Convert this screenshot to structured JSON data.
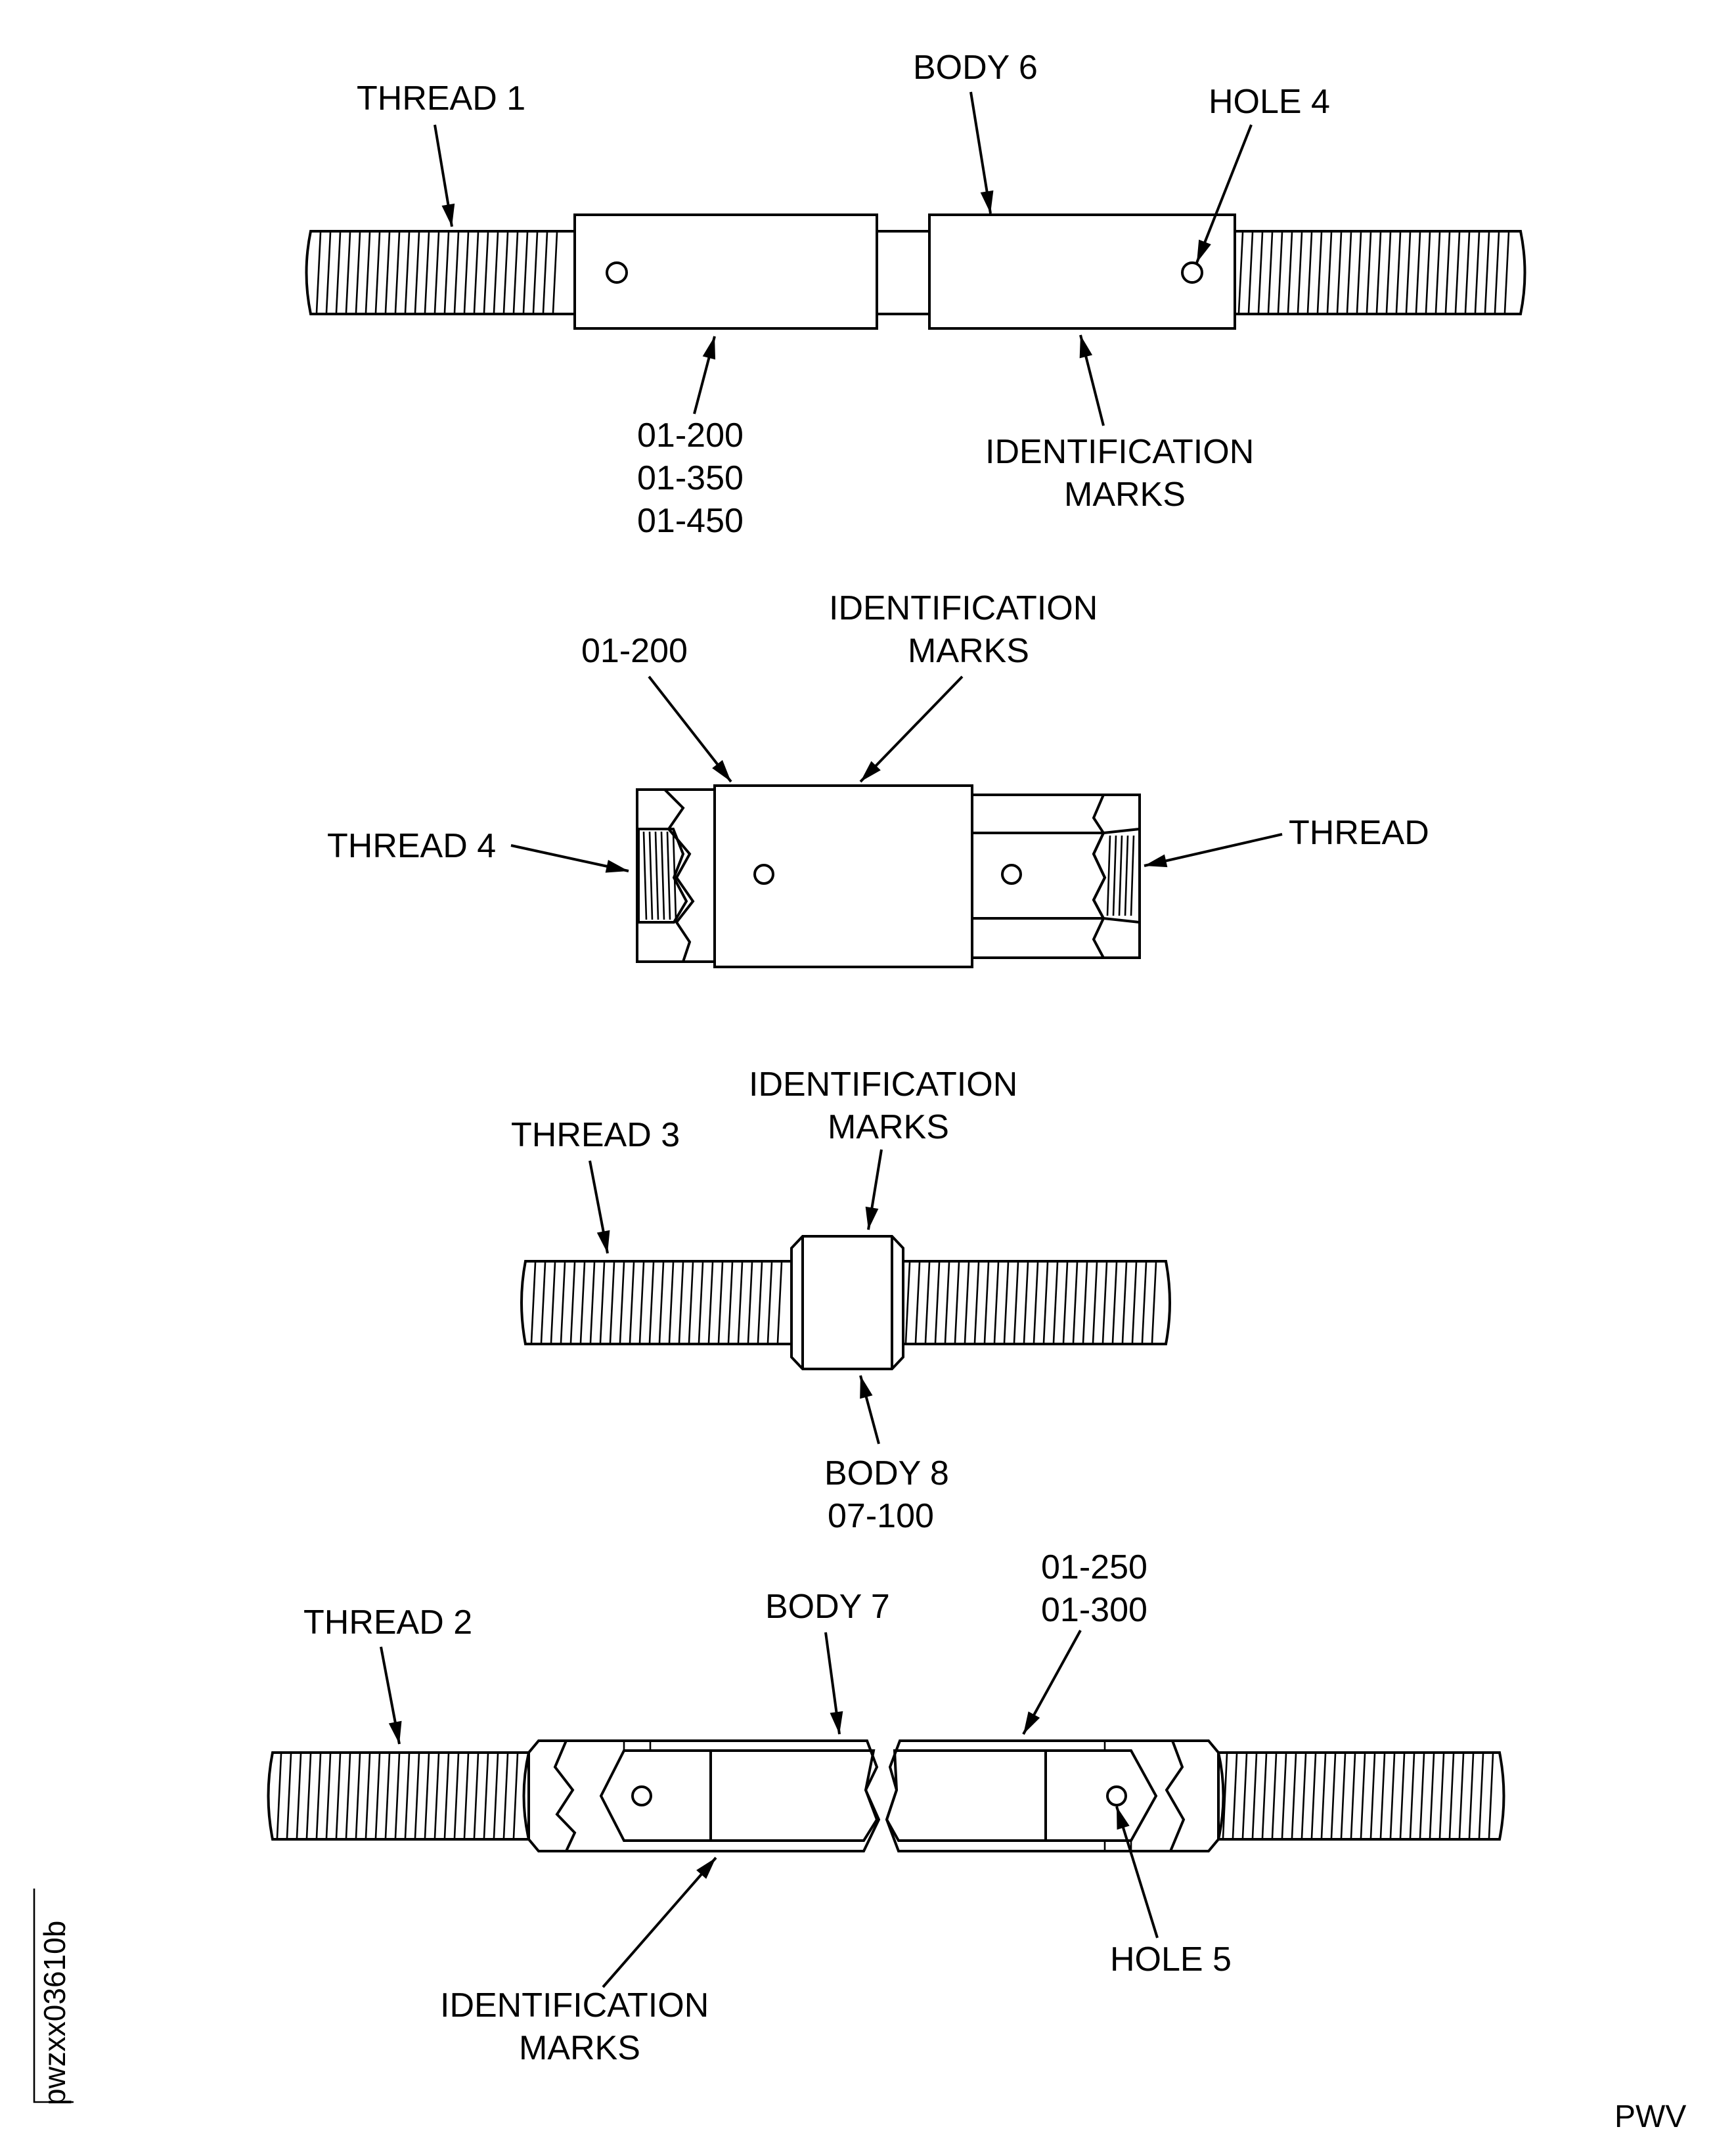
{
  "figure_id": "pwzxx03610b",
  "corner_mark": "PWV",
  "view1": {
    "thread": "THREAD 1",
    "body": "BODY 6",
    "hole": "HOLE 4",
    "parts": [
      "01-200",
      "01-350",
      "01-450"
    ],
    "marks": [
      "IDENTIFICATION",
      "MARKS"
    ]
  },
  "view2": {
    "part": "01-200",
    "marks": [
      "IDENTIFICATION",
      "MARKS"
    ],
    "thread_left": "THREAD 4",
    "thread_right": "THREAD"
  },
  "view3": {
    "thread": "THREAD 3",
    "marks": [
      "IDENTIFICATION",
      "MARKS"
    ],
    "body": "BODY 8",
    "part": "07-100"
  },
  "view4": {
    "thread": "THREAD 2",
    "body": "BODY 7",
    "parts": [
      "01-250",
      "01-300"
    ],
    "hole": "HOLE 5",
    "marks": [
      "IDENTIFICATION",
      "MARKS"
    ]
  }
}
